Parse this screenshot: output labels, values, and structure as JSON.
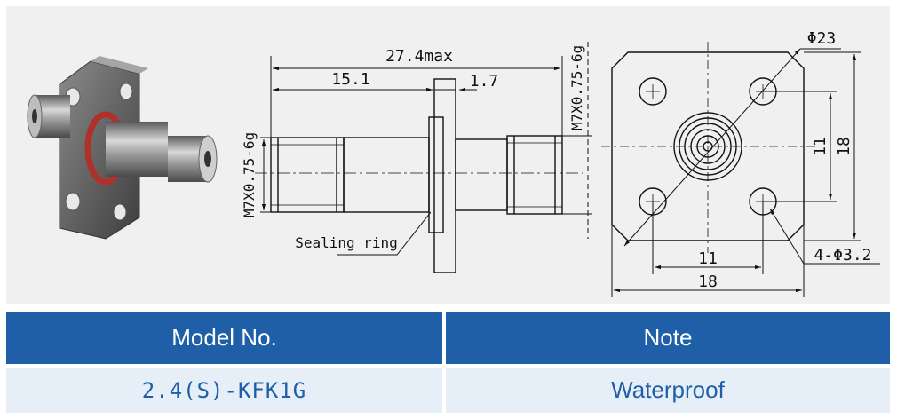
{
  "drawing": {
    "overall_length": "27.4max",
    "body_length": "15.1",
    "flange_thickness": "1.7",
    "thread_left": "M7X0.75-6g",
    "thread_right": "M7X0.75-6g",
    "sealing_ring": "Sealing ring",
    "diagonal": "Φ23",
    "hole_spacing_v": "11",
    "flange_size_v": "18",
    "hole_spacing_h": "11",
    "flange_size_h": "18",
    "hole_callout": "4-Φ3.2"
  },
  "table": {
    "headers": [
      "Model No.",
      "Note"
    ],
    "rows": [
      {
        "model": "2.4(S)-KFK1G",
        "note": "Waterproof"
      }
    ]
  },
  "colors": {
    "header_bg": "#1f5fa8",
    "row_bg": "#e6eef8",
    "panel_bg": "#f0f0f0"
  }
}
